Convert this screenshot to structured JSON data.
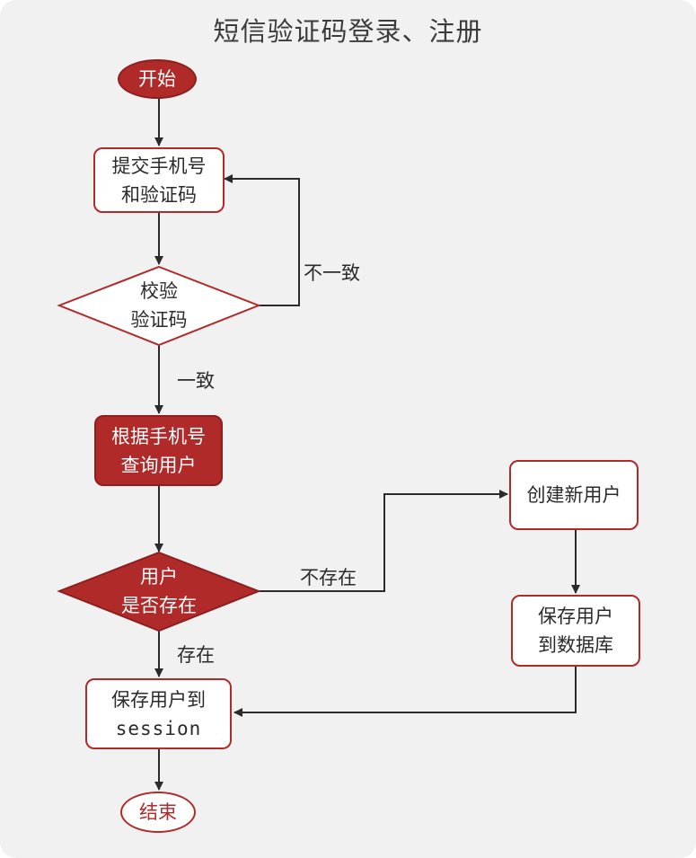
{
  "title": "短信验证码登录、注册",
  "colors": {
    "background": "#f1f1f1",
    "accent": "#b02a2a",
    "line": "#2b2b2b"
  },
  "nodes": {
    "start": "开始",
    "submit": [
      "提交手机号",
      "和验证码"
    ],
    "verify": [
      "校验",
      "验证码"
    ],
    "query": [
      "根据手机号",
      "查询用户"
    ],
    "exists": [
      "用户",
      "是否存在"
    ],
    "create": "创建新用户",
    "save_db": [
      "保存用户",
      "到数据库"
    ],
    "save_session": [
      "保存用户到",
      "session"
    ],
    "end": "结束"
  },
  "edge_labels": {
    "mismatch": "不一致",
    "match": "一致",
    "not_exists": "不存在",
    "exists": "存在"
  }
}
